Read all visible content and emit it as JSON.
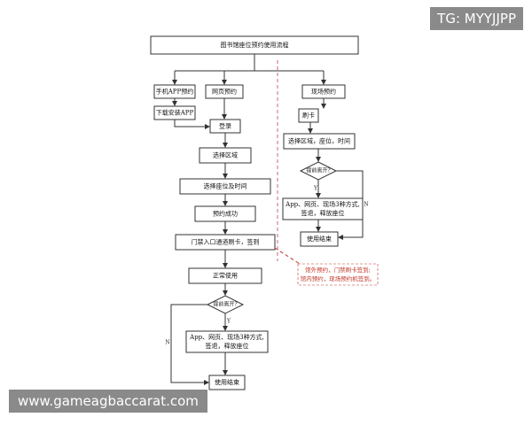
{
  "diagram": {
    "title": "图书馆座位预约使用流程",
    "nodes": {
      "app_reserve": "手机APP预约",
      "download_app": "下载安装APP",
      "web_reserve": "网页预约",
      "login": "登录",
      "select_area": "选择区域",
      "select_seat_time": "选择座位及时间",
      "reserve_success": "预约成功",
      "gate_swipe": "门禁入口通道刷卡，签到",
      "normal_use": "正常使用",
      "leave_early_q": "提前离开?",
      "release_line1": "App、网页、现场3种方式,",
      "release_line2": "签退，释放座位",
      "end_use": "使用结束",
      "onsite_reserve": "现场预约",
      "swipe_card": "刷卡",
      "onsite_select": "选择区域，座位，时间",
      "onsite_leave_q": "提前离开?",
      "onsite_release_line1": "App、网页、现场3种方式,",
      "onsite_release_line2": "签退，释放座位",
      "onsite_end": "使用结束"
    },
    "edge_labels": {
      "yes": "Y",
      "no": "N",
      "onsite_yes": "Y",
      "onsite_no": "N"
    },
    "note": {
      "line1": "馆外预约，门禁刷卡签到;",
      "line2": "馆内预约，现场预约机签到。"
    },
    "note_color": "#c0392b"
  },
  "watermarks": {
    "top": "TG: MYYJJPP",
    "bottom": "www.gameagbaccarat.com"
  }
}
